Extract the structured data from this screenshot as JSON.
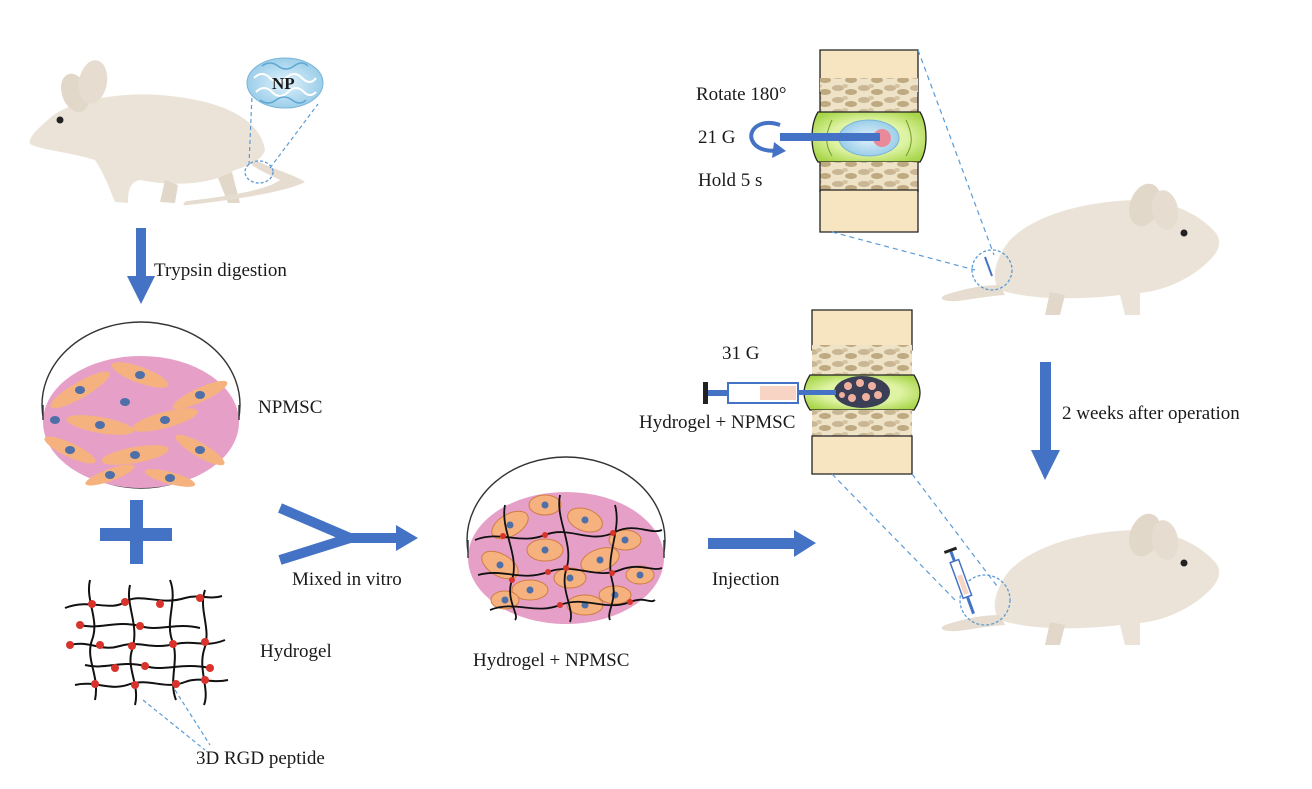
{
  "labels": {
    "np_zoom": "NP",
    "trypsin": "Trypsin digestion",
    "npmsc": "NPMSC",
    "hydrogel": "Hydrogel",
    "rgd": "3D RGD peptide",
    "mixed": "Mixed in vitro",
    "hydrogel_npmsc_dish": "Hydrogel + NPMSC",
    "injection": "Injection",
    "rotate": "Rotate 180°",
    "needle_21g": "21 G",
    "hold": "Hold 5 s",
    "needle_31g": "31 G",
    "hydrogel_npmsc_syringe": "Hydrogel + NPMSC",
    "two_weeks": "2 weeks after operation"
  },
  "colors": {
    "arrow": "#4472c4",
    "rat": "#ebe3d7",
    "dish_pink": "#e6a0c8",
    "cell": "#f5b27f",
    "nucleus": "#4e6fa8",
    "disc_green": "#c6e86a",
    "bone": "#f7e4c0",
    "crosslink": "#d9342b",
    "dashed_line": "#5b9bd5"
  }
}
